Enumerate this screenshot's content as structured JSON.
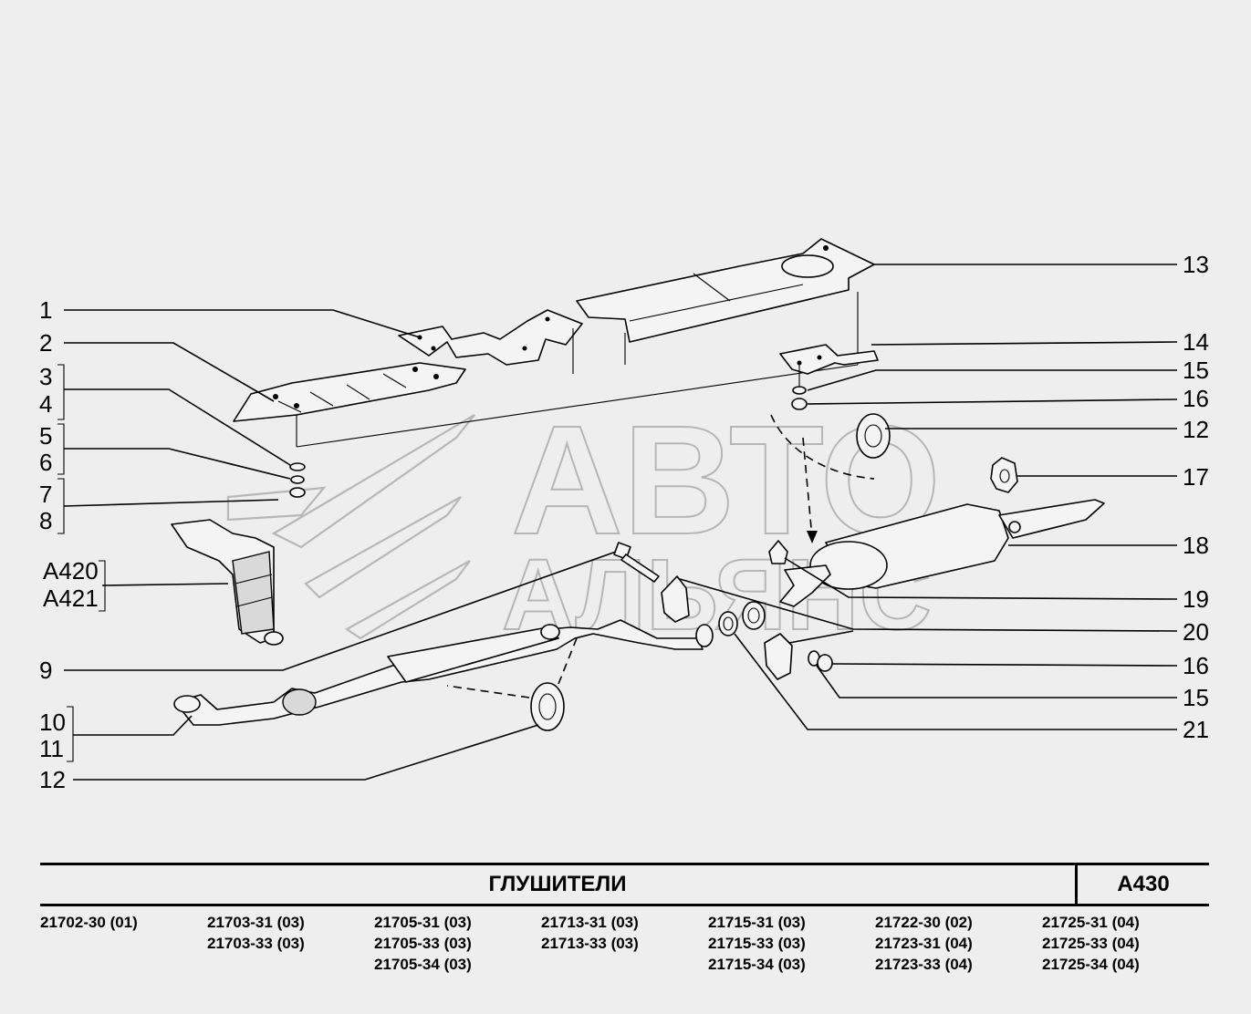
{
  "watermark": {
    "line1": "АВТО",
    "line2": "АЛЬЯНС"
  },
  "callouts_left": [
    "1",
    "2",
    "3",
    "4",
    "5",
    "6",
    "7",
    "8",
    "A420",
    "A421",
    "9",
    "10",
    "11",
    "12"
  ],
  "callouts_right": [
    "13",
    "14",
    "15",
    "16",
    "12",
    "17",
    "18",
    "19",
    "20",
    "16",
    "15",
    "21"
  ],
  "title": "ГЛУШИТЕЛИ",
  "code": "A430",
  "models": [
    [
      "21702-30 (01)"
    ],
    [
      "21703-31 (03)",
      "21703-33 (03)"
    ],
    [
      "21705-31 (03)",
      "21705-33 (03)",
      "21705-34 (03)"
    ],
    [
      "21713-31 (03)",
      "21713-33 (03)"
    ],
    [
      "21715-31 (03)",
      "21715-33 (03)",
      "21715-34 (03)"
    ],
    [
      "21722-30 (02)",
      "21723-31 (04)",
      "21723-33 (04)"
    ],
    [
      "21725-31 (04)",
      "21725-33 (04)",
      "21725-34 (04)"
    ]
  ]
}
